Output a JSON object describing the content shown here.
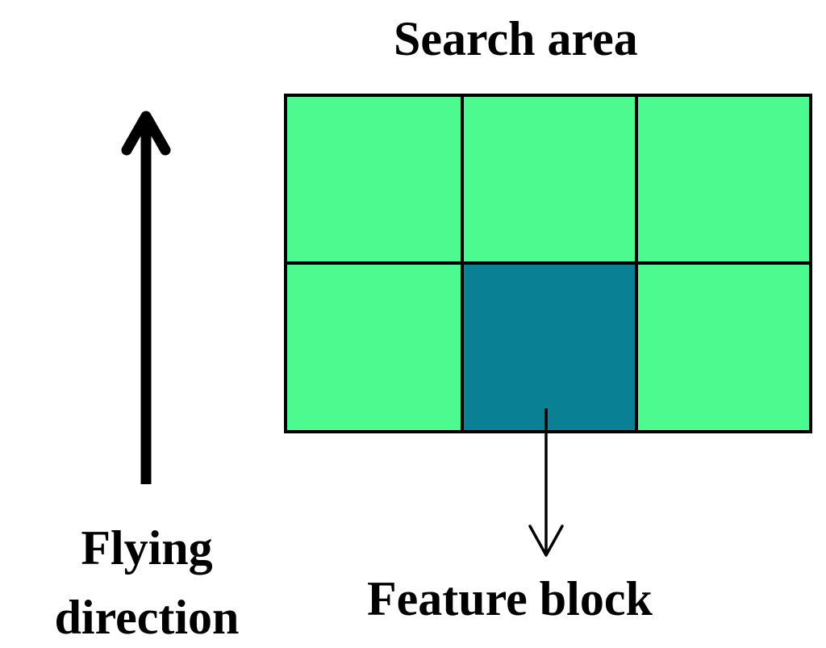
{
  "labels": {
    "search_area": "Search area",
    "flying_direction_line1": "Flying",
    "flying_direction_line2": "direction",
    "feature_block": "Feature block"
  },
  "grid": {
    "rows": 2,
    "cols": 3,
    "highlighted_cell": {
      "row": 1,
      "col": 1
    }
  },
  "colors": {
    "cell_fill": "#4cfa90",
    "feature_fill": "#0a8095",
    "stroke": "#000000"
  }
}
